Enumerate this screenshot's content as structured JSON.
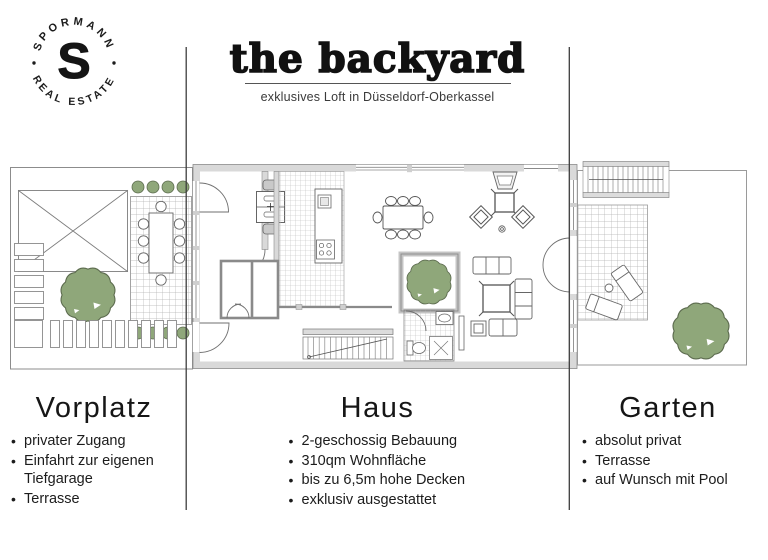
{
  "logo": {
    "arc_top": "SPORMANN",
    "arc_bottom": "REAL ESTATE",
    "monogram": "S"
  },
  "header": {
    "title": "the backyard",
    "subtitle": "exklusives Loft in Düsseldorf-Oberkassel"
  },
  "sections": {
    "vorplatz": {
      "heading": "Vorplatz",
      "bullets": [
        "privater Zugang",
        "Einfahrt zur eigenen Tiefgarage",
        "Terrasse"
      ]
    },
    "haus": {
      "heading": "Haus",
      "bullets": [
        "2-geschossig Bebauung",
        "310qm Wohnfläche",
        "bis zu 6,5m hohe Decken",
        "exklusiv ausgestattet"
      ]
    },
    "garten": {
      "heading": "Garten",
      "bullets": [
        "absolut privat",
        "Terrasse",
        "auf Wunsch mit Pool"
      ]
    }
  },
  "floorplan": {
    "areas": [
      "Vorplatz",
      "Haus",
      "Garten"
    ],
    "icons": [
      "garage-ramp-icon",
      "outdoor-dining-icon",
      "bush-icon",
      "tree-icon",
      "parking-slats-icon",
      "entry-door-icon",
      "office-desk-icon",
      "kitchen-island-icon",
      "cooktop-icon",
      "stairs-icon",
      "wardrobe-icon",
      "dining-table-icon",
      "fireplace-icon",
      "lounge-chairs-icon",
      "atrium-tree-icon",
      "bathroom-icon",
      "toilet-icon",
      "sink-icon",
      "shower-icon",
      "sofa-icon",
      "coffee-table-icon",
      "french-doors-icon",
      "garden-stairs-icon",
      "garden-terrace-icon",
      "sun-lounger-icon",
      "side-table-icon"
    ]
  },
  "colors": {
    "foliage_green": "#8FA77A",
    "wall_gray": "#D9D9D9",
    "plan_line": "#8A8A8A",
    "divider": "#3D3D3D",
    "text": "#1C1C1C",
    "background": "#FFFFFF"
  }
}
